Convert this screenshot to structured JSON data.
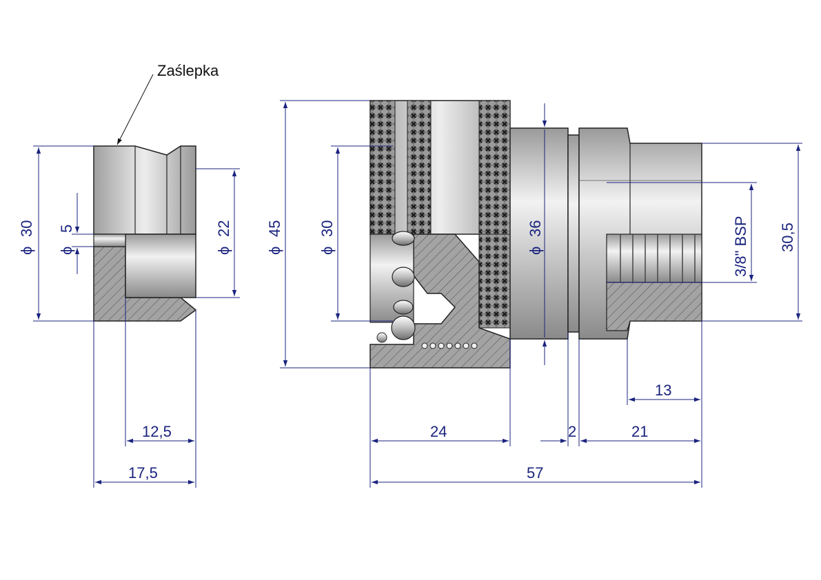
{
  "callout": {
    "label": "Zaślepka"
  },
  "colors": {
    "dimension": "#1a237e",
    "outline": "#222222",
    "metal_light": "#e8e8e8",
    "metal_mid": "#b8b8b8",
    "metal_dark": "#8c8c8c",
    "section": "#9a9a9a",
    "hatch": "#4a4a4a"
  },
  "cap_dimensions": {
    "outer_diameter": "30",
    "bore_diameter": "5",
    "inner_diameter": "22",
    "inner_length": "12,5",
    "total_length": "17,5"
  },
  "coupler_dimensions": {
    "outer_diameter": "45",
    "bore_diameter": "30",
    "body_diameter": "36",
    "thread": "3/8\" BSP",
    "hex_size": "30,5",
    "thread_length": "13",
    "sleeve_length": "24",
    "gap": "2",
    "body_length": "21",
    "total_length": "57"
  },
  "diameter_symbol": "ϕ"
}
